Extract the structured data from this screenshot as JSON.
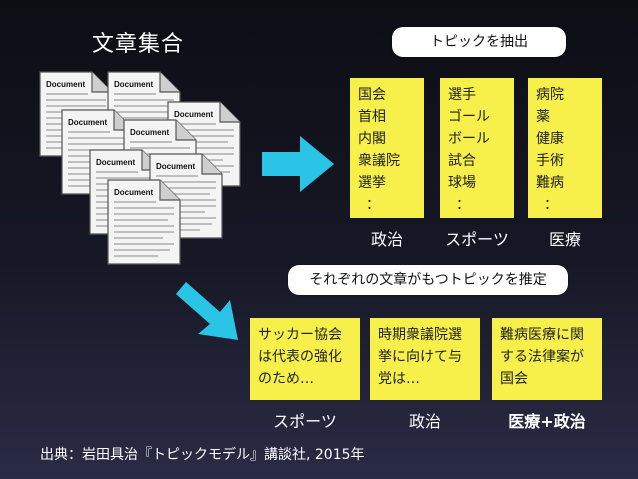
{
  "title": "文章集合",
  "extract_pill": "トピックを抽出",
  "infer_pill": "それぞれの文章がもつトピックを推定",
  "doc_label": "Document",
  "topics": [
    {
      "words": [
        "国会",
        "首相",
        "内閣",
        "衆議院",
        "選挙",
        "："
      ],
      "label": "政治"
    },
    {
      "words": [
        "選手",
        "ゴール",
        "ボール",
        "試合",
        "球場",
        "："
      ],
      "label": "スポーツ"
    },
    {
      "words": [
        "病院",
        "薬",
        "健康",
        "手術",
        "難病",
        "："
      ],
      "label": "医療"
    }
  ],
  "documents": [
    {
      "lines": [
        "サッカー協会",
        "は代表の強化",
        "のため…"
      ],
      "label": "スポーツ"
    },
    {
      "lines": [
        "時期衆議院選",
        "挙に向けて与",
        "党は…"
      ],
      "label": "政治"
    },
    {
      "lines": [
        "難病医療に関",
        "する法律案が",
        "国会"
      ],
      "label": "医療+政治"
    }
  ],
  "source": "出典：岩田具治『トピックモデル』講談社, 2015年",
  "colors": {
    "arrow": "#29c4e6",
    "box": "#f7ef4a",
    "pill": "#ffffff"
  }
}
